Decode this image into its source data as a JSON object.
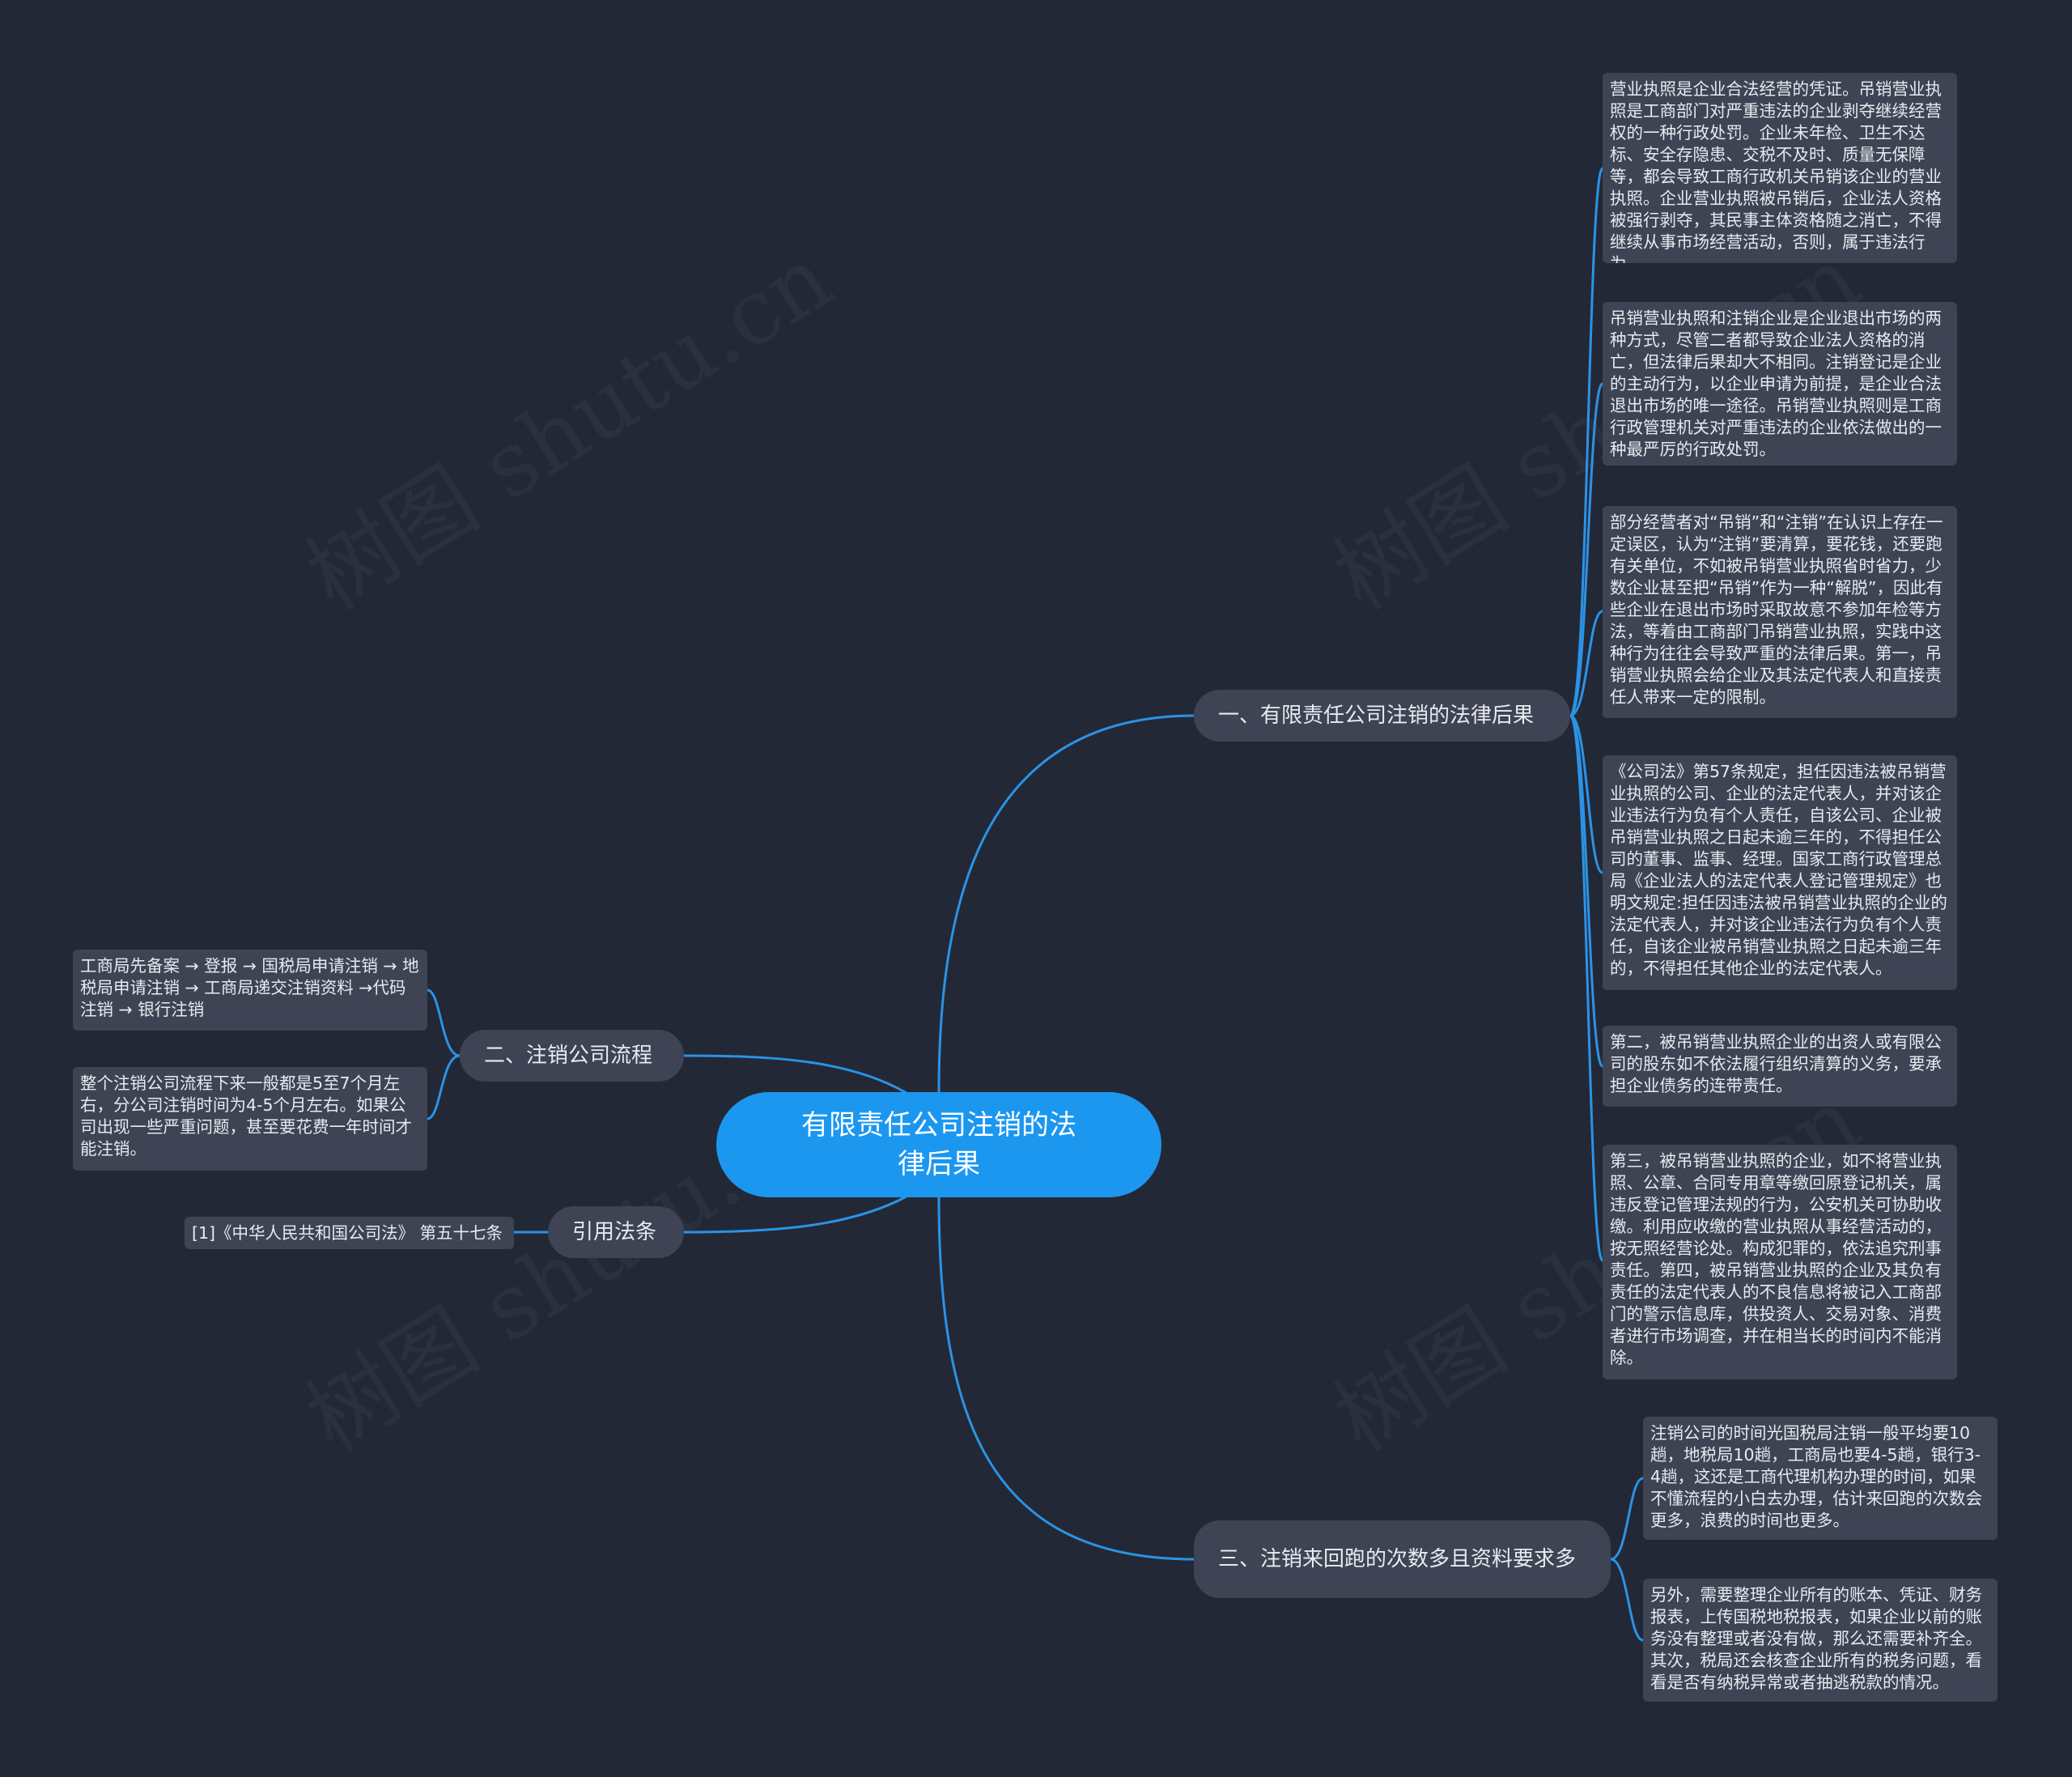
{
  "root": {
    "label": "有限责任公司注销的法律后果"
  },
  "watermarks": [
    "树图 shutu.cn",
    "树图 shutu.cn",
    "树图 shutu.cn",
    "树图 shutu.cn"
  ],
  "branches": [
    {
      "label": "一、有限责任公司注销的法律后果",
      "leaves": [
        "营业执照是企业合法经营的凭证。吊销营业执照是工商部门对严重违法的企业剥夺继续经营权的一种行政处罚。企业未年检、卫生不达标、安全存隐患、交税不及时、质量无保障等，都会导致工商行政机关吊销该企业的营业执照。企业营业执照被吊销后，企业法人资格被强行剥夺，其民事主体资格随之消亡，不得继续从事市场经营活动，否则，属于违法行为。",
        "吊销营业执照和注销企业是企业退出市场的两种方式，尽管二者都导致企业法人资格的消亡，但法律后果却大不相同。注销登记是企业的主动行为，以企业申请为前提，是企业合法退出市场的唯一途径。吊销营业执照则是工商行政管理机关对严重违法的企业依法做出的一种最严厉的行政处罚。",
        "部分经营者对“吊销”和“注销”在认识上存在一定误区，认为“注销”要清算，要花钱，还要跑有关单位，不如被吊销营业执照省时省力，少数企业甚至把“吊销”作为一种“解脱”，因此有些企业在退出市场时采取故意不参加年检等方法，等着由工商部门吊销营业执照，实践中这种行为往往会导致严重的法律后果。第一，吊销营业执照会给企业及其法定代表人和直接责任人带来一定的限制。",
        "《公司法》第57条规定，担任因违法被吊销营业执照的公司、企业的法定代表人，并对该企业违法行为负有个人责任，自该公司、企业被吊销营业执照之日起未逾三年的，不得担任公司的董事、监事、经理。国家工商行政管理总局《企业法人的法定代表人登记管理规定》也明文规定:担任因违法被吊销营业执照的企业的法定代表人，并对该企业违法行为负有个人责任，自该企业被吊销营业执照之日起未逾三年的，不得担任其他企业的法定代表人。",
        "第二，被吊销营业执照企业的出资人或有限公司的股东如不依法履行组织清算的义务，要承担企业债务的连带责任。",
        "第三，被吊销营业执照的企业，如不将营业执照、公章、合同专用章等缴回原登记机关，属违反登记管理法规的行为，公安机关可协助收缴。利用应收缴的营业执照从事经营活动的，按无照经营论处。构成犯罪的，依法追究刑事责任。第四，被吊销营业执照的企业及其负有责任的法定代表人的不良信息将被记入工商部门的警示信息库，供投资人、交易对象、消费者进行市场调查，并在相当长的时间内不能消除。"
      ]
    },
    {
      "label": "二、注销公司流程",
      "leaves": [
        "工商局先备案 → 登报 → 国税局申请注销 → 地税局申请注销 → 工商局递交注销资料 →代码注销 → 银行注销",
        "整个注销公司流程下来一般都是5至7个月左右，分公司注销时间为4-5个月左右。如果公司出现一些严重问题，甚至要花费一年时间才能注销。"
      ]
    },
    {
      "label": "引用法条",
      "leaves": [
        "[1]《中华人民共和国公司法》 第五十七条"
      ]
    },
    {
      "label": "三、注销来回跑的次数多且资料要求多",
      "leaves": [
        "注销公司的时间光国税局注销一般平均要10趟，地税局10趟，工商局也要4-5趟，银行3-4趟，这还是工商代理机构办理的时间，如果不懂流程的小白去办理，估计来回跑的次数会更多，浪费的时间也更多。",
        "另外，需要整理企业所有的账本、凭证、财务报表，上传国税地税报表，如果企业以前的账务没有整理或者没有做，那么还需要补齐全。其次，税局还会核查企业所有的税务问题，看看是否有纳税异常或者抽逃税款的情况。"
      ]
    }
  ],
  "colors": {
    "background": "#232836",
    "root": "#1b97f0",
    "node": "#3e4453",
    "link": "#2a93e6",
    "text": "#e8eaf0"
  }
}
